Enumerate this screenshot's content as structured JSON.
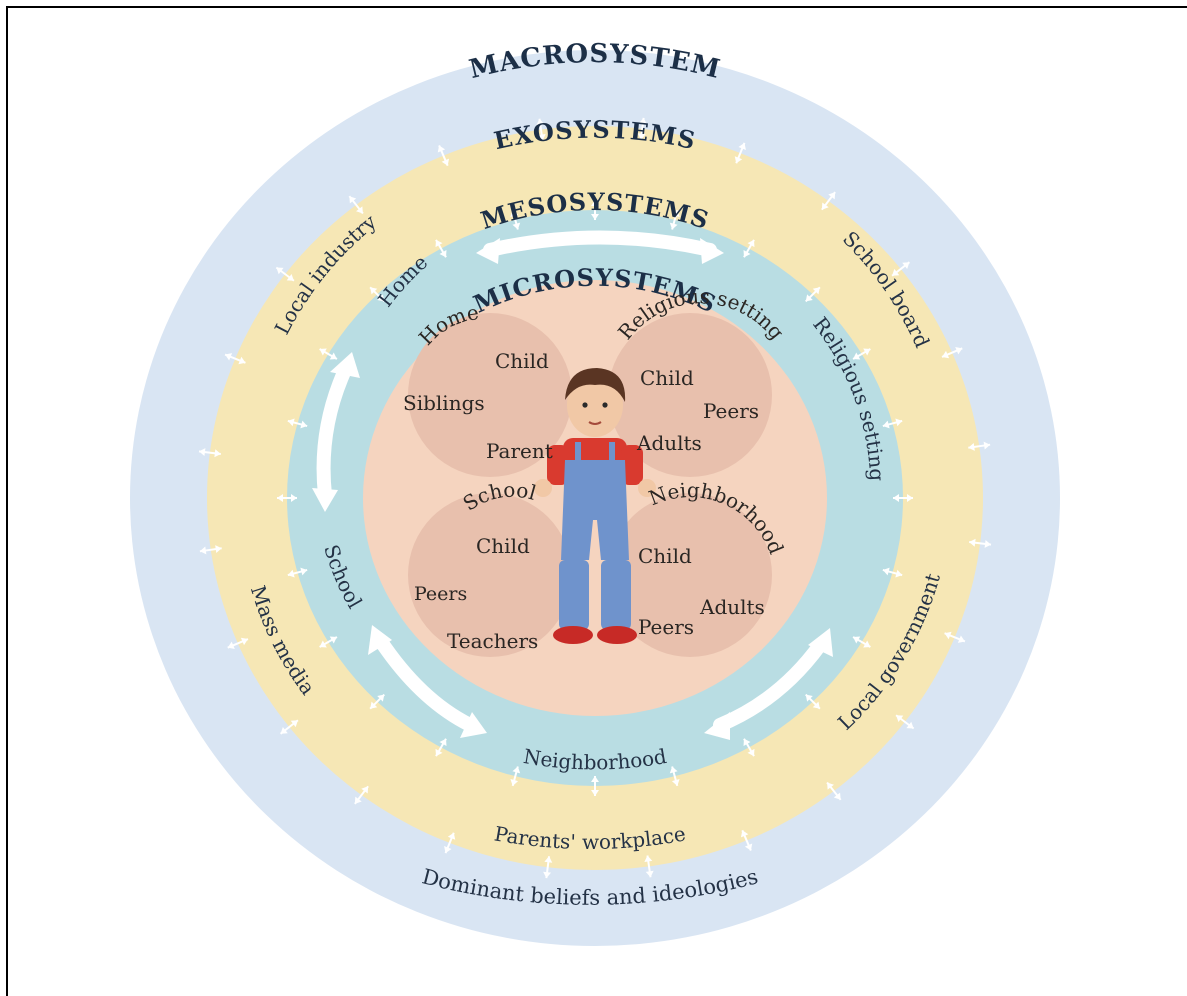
{
  "diagram": {
    "rings": {
      "macro": {
        "title": "MACROSYSTEM",
        "color": "#d9e5f3",
        "items": [
          "Dominant beliefs and ideologies"
        ]
      },
      "exo": {
        "title": "EXOSYSTEMS",
        "color": "#f6e7b5",
        "items": [
          "Local industry",
          "School board",
          "Mass media",
          "Local government",
          "Parents' workplace"
        ]
      },
      "meso": {
        "title": "MESOSYSTEMS",
        "color": "#b9dde3",
        "items": [
          "Home",
          "Religious setting",
          "School",
          "Neighborhood"
        ]
      },
      "micro": {
        "title": "MICROSYSTEMS",
        "color": "#f5d4bf"
      }
    },
    "micro_settings": {
      "home": {
        "title": "Home",
        "members": [
          "Child",
          "Siblings",
          "Parent"
        ]
      },
      "religious": {
        "title": "Religious setting",
        "members": [
          "Child",
          "Peers",
          "Adults"
        ]
      },
      "school": {
        "title": "School",
        "members": [
          "Child",
          "Peers",
          "Teachers"
        ]
      },
      "neighborhood": {
        "title": "Neighborhood",
        "members": [
          "Child",
          "Adults",
          "Peers"
        ]
      }
    },
    "arrow_color": "#ffffff",
    "setting_color": "#e8c0ad"
  }
}
